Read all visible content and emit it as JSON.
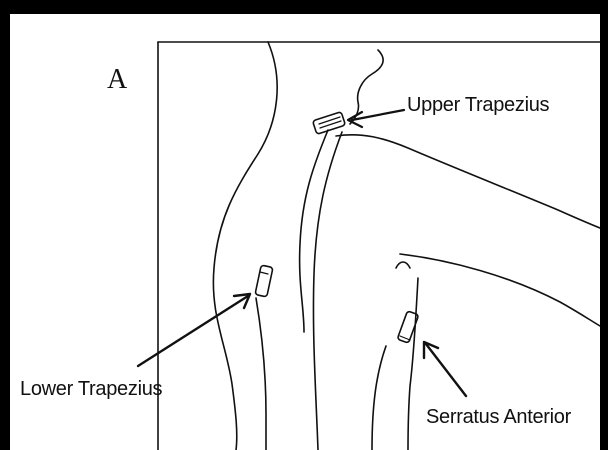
{
  "figure": {
    "panel_letter": "A",
    "labels": {
      "upper_trapezius": "Upper Trapezius",
      "lower_trapezius": "Lower Trapezius",
      "serratus_anterior": "Serratus Anterior"
    }
  },
  "colors": {
    "border": "#000000",
    "background": "#ffffff",
    "ink": "#111111"
  }
}
